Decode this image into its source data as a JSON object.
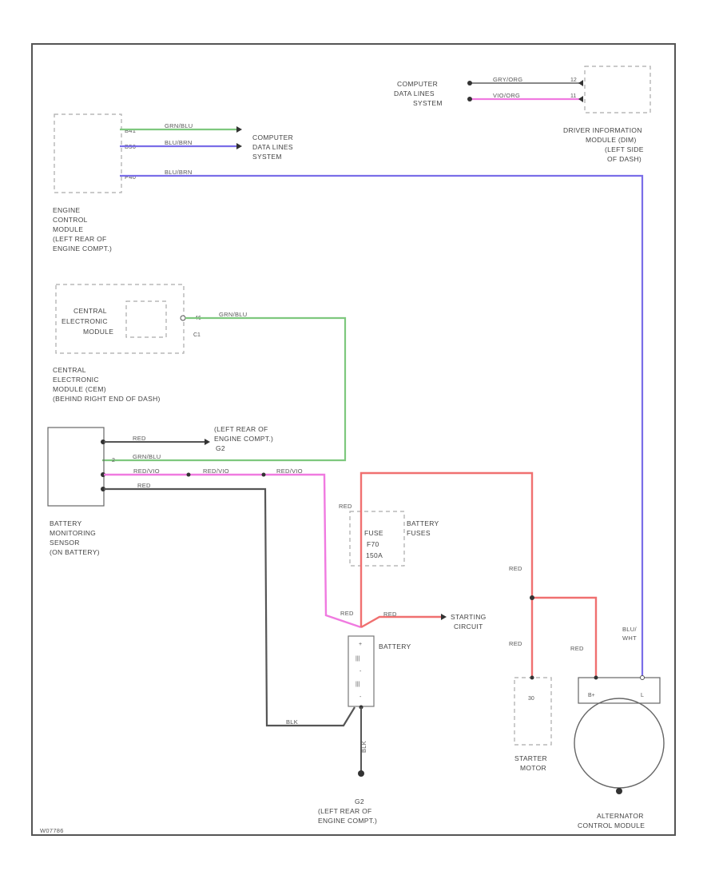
{
  "diagram_code": "W07786",
  "colors": {
    "border": "#555555",
    "green": "#7ec87e",
    "blue": "#7a6ee8",
    "pink": "#f07ae0",
    "red": "#f07070",
    "black": "#555555",
    "dashed": "#aaaaaa"
  },
  "ecm": {
    "label": [
      "ENGINE",
      "CONTROL",
      "MODULE",
      "(LEFT REAR OF",
      "ENGINE COMPT.)"
    ],
    "wires": [
      {
        "pin": "B41",
        "name": "GRN/BLU"
      },
      {
        "pin": "B56",
        "name": "BLU/BRN"
      },
      {
        "pin": "P40",
        "name": "BLU/BRN"
      }
    ]
  },
  "cdl_left": [
    "COMPUTER",
    "DATA LINES",
    "SYSTEM"
  ],
  "cdl_right": [
    "COMPUTER",
    "DATA LINES",
    "SYSTEM"
  ],
  "dim": {
    "label": [
      "DRIVER INFORMATION",
      "MODULE (DIM)",
      "(LEFT SIDE",
      "OF DASH)"
    ],
    "wires": [
      {
        "name": "GRY/ORG",
        "pin": "12"
      },
      {
        "name": "VIO/ORG",
        "pin": "11"
      }
    ]
  },
  "cem": {
    "inner_label": [
      "CENTRAL",
      "ELECTRONIC",
      "MODULE"
    ],
    "label": [
      "CENTRAL",
      "ELECTRONIC",
      "MODULE (CEM)",
      "(BEHIND RIGHT END OF DASH)"
    ],
    "pin": "46",
    "connector": "C1",
    "wire": "GRN/BLU"
  },
  "bms": {
    "label": [
      "BATTERY",
      "MONITORING",
      "SENSOR",
      "(ON BATTERY)"
    ],
    "wires": {
      "w1": "RED",
      "w2": "GRN/BLU",
      "w3": "RED/VIO",
      "w4": "RED"
    },
    "pin": "2"
  },
  "ground_top": [
    "(LEFT REAR OF",
    "ENGINE COMPT.)",
    "G2"
  ],
  "red_vio": [
    "RED/VIO",
    "RED/VIO",
    "RED/VIO"
  ],
  "fuses": {
    "group": [
      "BATTERY",
      "FUSES"
    ],
    "fuse": [
      "FUSE",
      "F70",
      "150A"
    ]
  },
  "battery": {
    "label": "BATTERY",
    "cells": [
      "+",
      "|||",
      "-",
      "|||",
      "-"
    ]
  },
  "starting_circuit": [
    "STARTING",
    "CIRCUIT"
  ],
  "wire_labels": {
    "red1": "RED",
    "red2": "RED",
    "red3": "RED",
    "red4": "RED",
    "red5": "RED",
    "red6": "RED",
    "blk1": "BLK",
    "blk2": "BLK",
    "bluwht": [
      "BLU/",
      "WHT"
    ]
  },
  "ground_bottom": [
    "G2",
    "(LEFT REAR OF",
    "ENGINE COMPT.)"
  ],
  "starter": {
    "pin": "30",
    "label": [
      "STARTER",
      "MOTOR"
    ]
  },
  "alternator": {
    "pins": [
      "B+",
      "L"
    ],
    "label": [
      "ALTERNATOR",
      "CONTROL MODULE"
    ]
  }
}
